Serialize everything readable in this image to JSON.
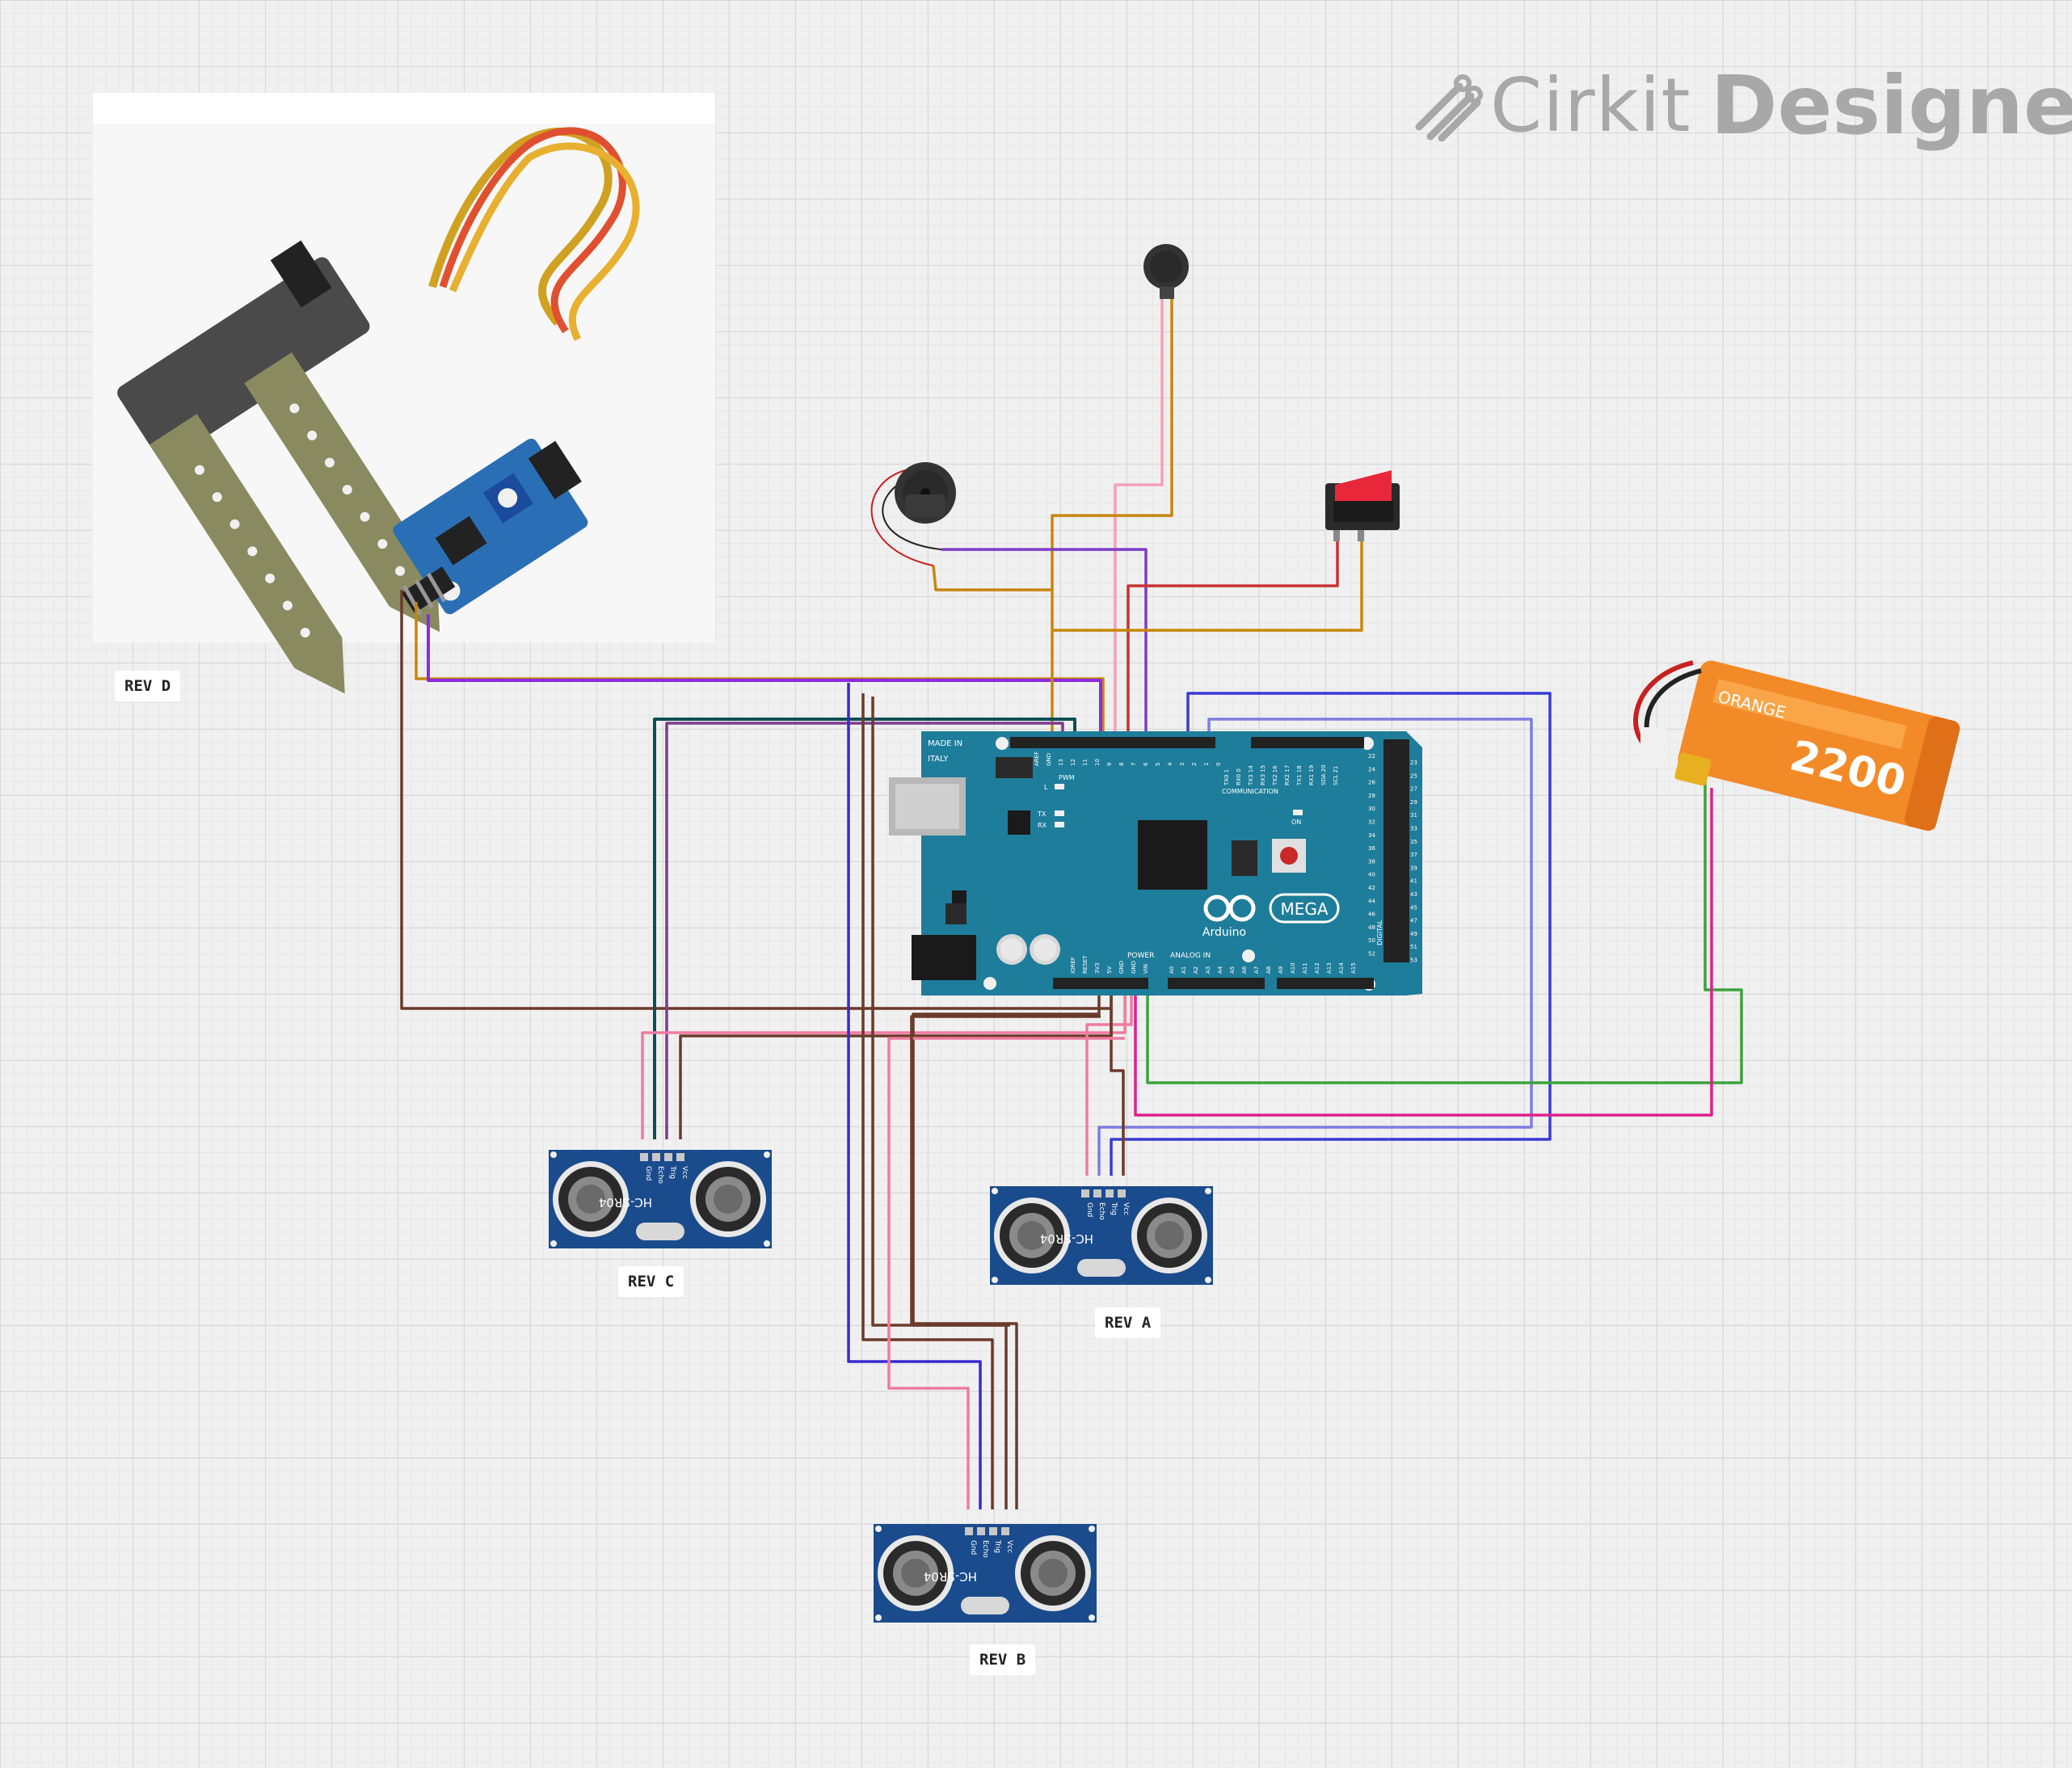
{
  "brand": {
    "name_part1": "Cirkit",
    "name_part2": "Designer",
    "icon": "cirkit-logo-icon"
  },
  "labels": {
    "rev_d": "REV D",
    "rev_c": "REV C",
    "rev_a": "REV A",
    "rev_b": "REV B"
  },
  "arduino": {
    "made_in": "MADE IN",
    "italy": "ITALY",
    "pwm": "PWM",
    "communication": "COMMUNICATION",
    "tx": "TX",
    "rx": "RX",
    "l": "L",
    "on": "ON",
    "power": "POWER",
    "analog_in": "ANALOG IN",
    "digital": "DIGITAL",
    "brand": "Arduino",
    "model": "MEGA",
    "logo": "arduino-infinity-icon",
    "pwm_pins": [
      "AREF",
      "GND",
      "13",
      "12",
      "11",
      "10",
      "9",
      "8",
      "7",
      "6",
      "5",
      "4",
      "3",
      "2",
      "1",
      "0"
    ],
    "comm_pins": [
      "TX0 1",
      "RX0 0",
      "TX3 14",
      "RX3 15",
      "TX2 16",
      "RX2 17",
      "TX1 18",
      "RX1 19",
      "SDA 20",
      "SCL 21"
    ],
    "power_pins": [
      "IOREF",
      "RESET",
      "3V3",
      "5V",
      "GND",
      "GND",
      "VIN"
    ],
    "analog_pins": [
      "A0",
      "A1",
      "A2",
      "A3",
      "A4",
      "A5",
      "A6",
      "A7",
      "A8",
      "A9",
      "A10",
      "A11",
      "A12",
      "A13",
      "A14",
      "A15"
    ],
    "digital_left": [
      "22",
      "24",
      "26",
      "28",
      "30",
      "32",
      "34",
      "36",
      "38",
      "40",
      "42",
      "44",
      "46",
      "48",
      "50",
      "52"
    ],
    "digital_right": [
      "23",
      "25",
      "27",
      "29",
      "31",
      "33",
      "35",
      "37",
      "39",
      "41",
      "43",
      "45",
      "47",
      "49",
      "51",
      "53"
    ]
  },
  "sensor": {
    "model": "HC-SR04",
    "pins": [
      "Gnd",
      "Echo",
      "Trig",
      "Vcc"
    ]
  },
  "battery": {
    "capacity": "2200",
    "brand": "ORANGE"
  },
  "colors": {
    "board": "#1e7d9a",
    "sensor": "#1a4b8c",
    "pink": "#f07aa0",
    "teal": "#0e4f55",
    "purple": "#7d3c8c",
    "brown": "#6b3a2a",
    "gold": "#c8860a",
    "violet": "#8a2be2",
    "blue": "#3030d0",
    "blue_light": "#6b6bd8",
    "green": "#3aa33a",
    "magenta": "#e0208c",
    "red": "#c83232"
  }
}
